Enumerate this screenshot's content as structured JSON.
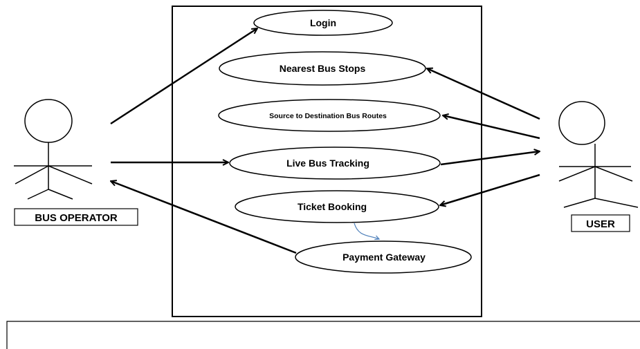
{
  "actors": {
    "operator": "BUS OPERATOR",
    "user": "USER"
  },
  "use_cases": {
    "login": "Login",
    "nearest_stops": "Nearest Bus Stops",
    "routes": "Source to Destination Bus Routes",
    "tracking": "Live Bus Tracking",
    "booking": "Ticket Booking",
    "payment": "Payment Gateway"
  },
  "colors": {
    "line": "#000000",
    "include_arrow": "#4a7db8"
  }
}
